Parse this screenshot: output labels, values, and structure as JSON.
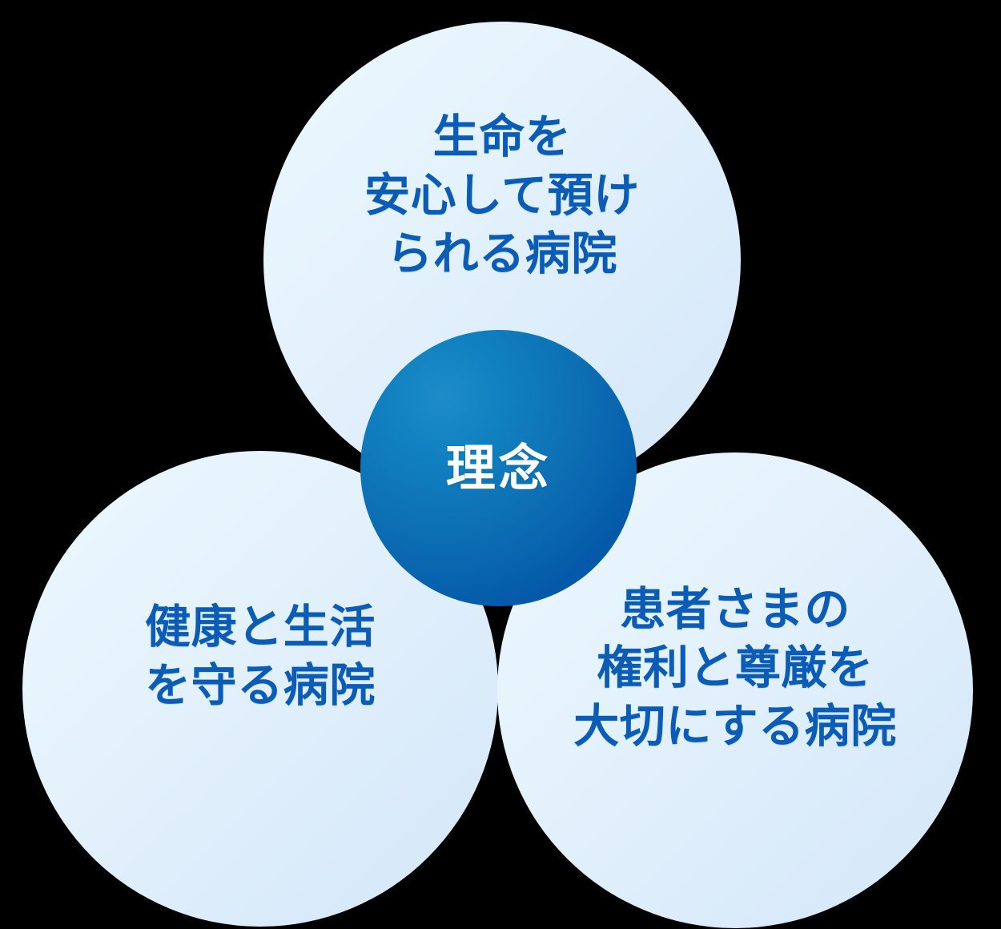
{
  "diagram": {
    "type": "venn-petal-concept-diagram",
    "center": {
      "label": "理念",
      "text_color": "#ffffff",
      "fill_start": "#1e8cc9",
      "fill_end": "#00509f"
    },
    "petal_text_color": "#0a5cb6",
    "petal_fill_start": "#ebf8fe",
    "petal_fill_end": "#d5e7f8",
    "background_color": "#000000",
    "petals": [
      {
        "id": "top",
        "position": "top",
        "lines": [
          "生命を",
          "安心して預け",
          "られる病院"
        ],
        "full_text": "生命を安心して預けられる病院"
      },
      {
        "id": "bottom-left",
        "position": "bottom-left",
        "lines": [
          "健康と生活",
          "を守る病院"
        ],
        "full_text": "健康と生活を守る病院"
      },
      {
        "id": "bottom-right",
        "position": "bottom-right",
        "lines": [
          "患者さまの",
          "権利と尊厳を",
          "大切にする病院"
        ],
        "full_text": "患者さまの権利と尊厳を大切にする病院"
      }
    ]
  }
}
